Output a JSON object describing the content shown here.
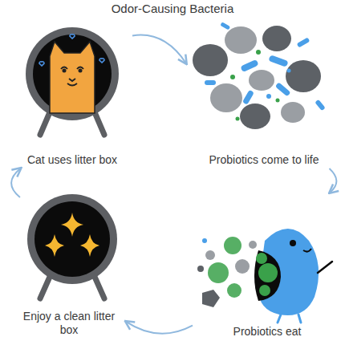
{
  "diagram": {
    "title": "Odor-Causing Bacteria",
    "nodes": [
      {
        "text": [
          "Cat uses litter box"
        ]
      },
      {
        "text": [
          "Probiotics come to life"
        ]
      },
      {
        "text": [
          "Probiotics eat"
        ]
      },
      {
        "text": [
          "Enjoy a clean litter box"
        ]
      }
    ],
    "edges": [
      {
        "from": 0,
        "to": 1,
        "arrow": "to"
      },
      {
        "from": 1,
        "to": 2,
        "arrow": "to"
      },
      {
        "from": 2,
        "to": 3,
        "arrow": "to"
      },
      {
        "from": 3,
        "to": 0,
        "arrow": "to"
      }
    ]
  }
}
